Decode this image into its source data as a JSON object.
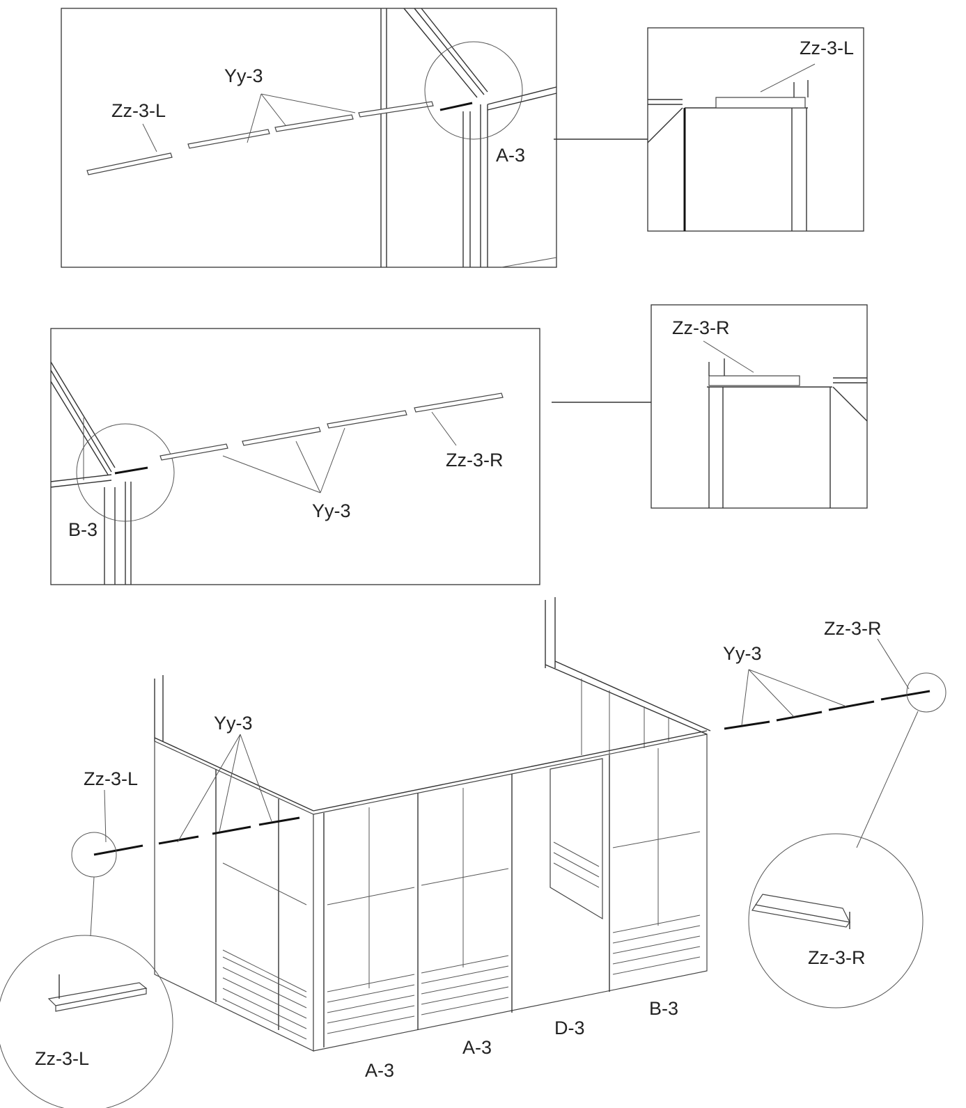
{
  "detail_1": {
    "labels": {
      "end_piece": "Zz-3-L",
      "middle": "Yy-3",
      "panel": "A-3"
    },
    "zoom": {
      "end_piece": "Zz-3-L"
    }
  },
  "detail_2": {
    "labels": {
      "end_piece": "Zz-3-R",
      "middle": "Yy-3",
      "panel": "B-3"
    },
    "zoom": {
      "end_piece": "Zz-3-R"
    }
  },
  "assembly": {
    "labels": {
      "left_end": "Zz-3-L",
      "left_middle": "Yy-3",
      "right_end": "Zz-3-R",
      "right_middle": "Yy-3",
      "left_zoom": "Zz-3-L",
      "right_zoom": "Zz-3-R",
      "panel_a_left": "A-3",
      "panel_a_right": "A-3",
      "panel_d": "D-3",
      "panel_b": "B-3"
    }
  }
}
